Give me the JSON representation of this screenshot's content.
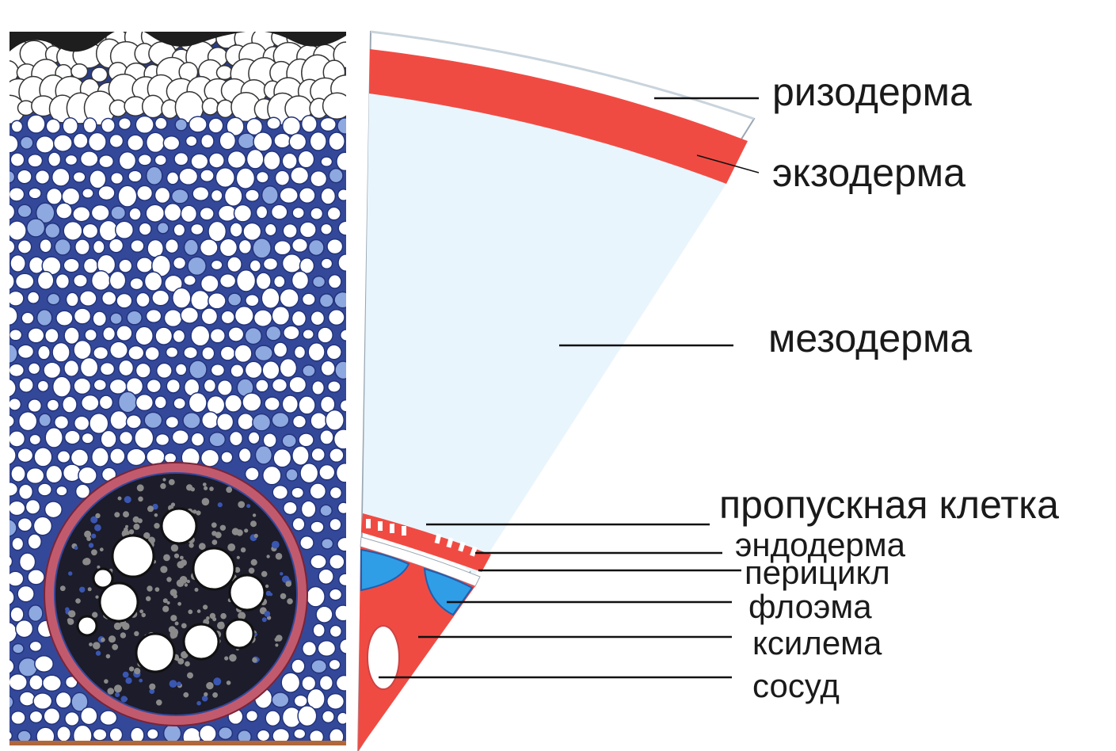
{
  "labels": {
    "rhizoderm": "ризодерма",
    "exoderm": "экзодерма",
    "mesoderm": "мезодерма",
    "passage_cell": "пропускная клетка",
    "endoderm": "эндодерма",
    "pericycle": "перицикл",
    "phloem": "флоэма",
    "xylem": "ксилема",
    "vessel": "сосуд"
  },
  "colors": {
    "exoderm": "#f04b43",
    "mesoderm": "#e8f4fb",
    "phloem": "#2f9ee6",
    "xylem": "#f04b43",
    "micro_cell_wall": "#22337a",
    "micro_cell_fill": "#ffffff",
    "micro_blue_tint": "#8ea8e0"
  }
}
